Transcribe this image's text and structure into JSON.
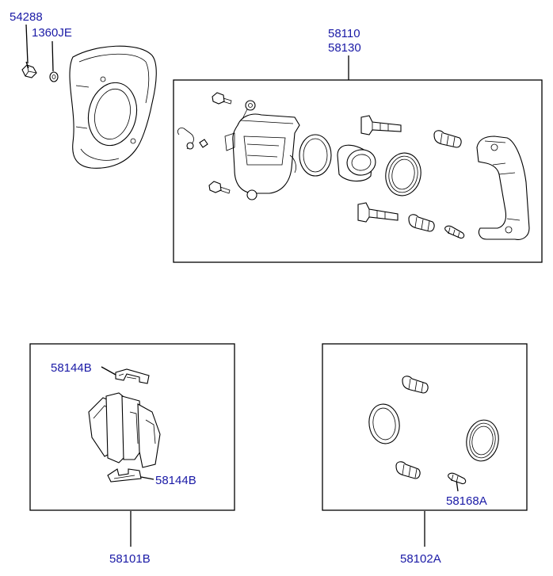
{
  "labels": {
    "label_54288": "54288",
    "label_1360je": "1360JE",
    "label_58110": "58110",
    "label_58130": "58130",
    "label_58144b_top": "58144B",
    "label_58144b_bottom": "58144B",
    "label_58101b": "58101B",
    "label_58168a": "58168A",
    "label_58102a": "58102A"
  },
  "colors": {
    "label": "#1a1aa6",
    "line": "#000000",
    "background": "#ffffff"
  }
}
